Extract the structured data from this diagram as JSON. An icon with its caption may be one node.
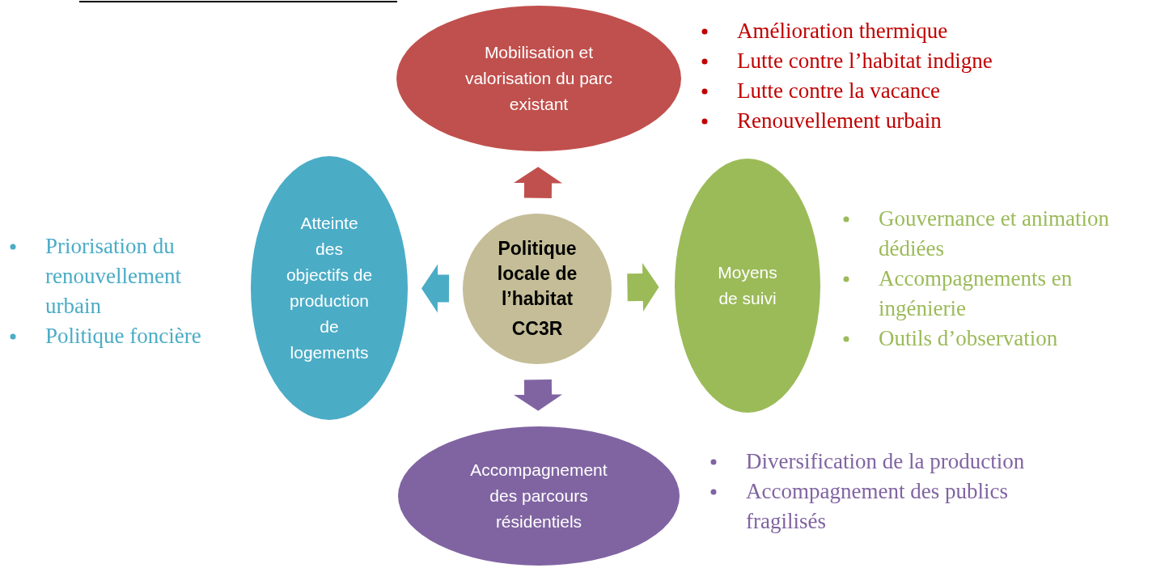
{
  "diagram": {
    "nodes": [
      {
        "text": [
          "Politique locale de l’habitat",
          "CC3R"
        ]
      },
      {
        "text": [
          "Mobilisation et valorisation du parc existant"
        ],
        "beside": [
          "Amélioration thermique",
          "Lutte contre l’habitat indigne",
          "Lutte contre la vacance",
          "Renouvellement urbain"
        ]
      },
      {
        "text": [
          "Atteinte des objectifs de production de logements"
        ],
        "beside": [
          "Priorisation du renouvellement urbain",
          "Politique foncière"
        ]
      },
      {
        "text": [
          "Moyens de suivi"
        ],
        "beside": [
          "Gouvernance et animation dédiées",
          "Accompagnements en ingénierie",
          "Outils d’observation"
        ]
      },
      {
        "text": [
          "Accompagnement des parcours résidentiels"
        ],
        "beside": [
          "Diversification de la production",
          " Accompagnement des publics fragilisés"
        ]
      }
    ],
    "edges": [
      {
        "from": 0,
        "to": 1,
        "arrow": "to",
        "color": "#c0504d"
      },
      {
        "from": 0,
        "to": 2,
        "arrow": "to",
        "color": "#4bacc6"
      },
      {
        "from": 0,
        "to": 3,
        "arrow": "to",
        "color": "#9bbb59"
      },
      {
        "from": 0,
        "to": 4,
        "arrow": "to",
        "color": "#8064a2"
      }
    ]
  }
}
